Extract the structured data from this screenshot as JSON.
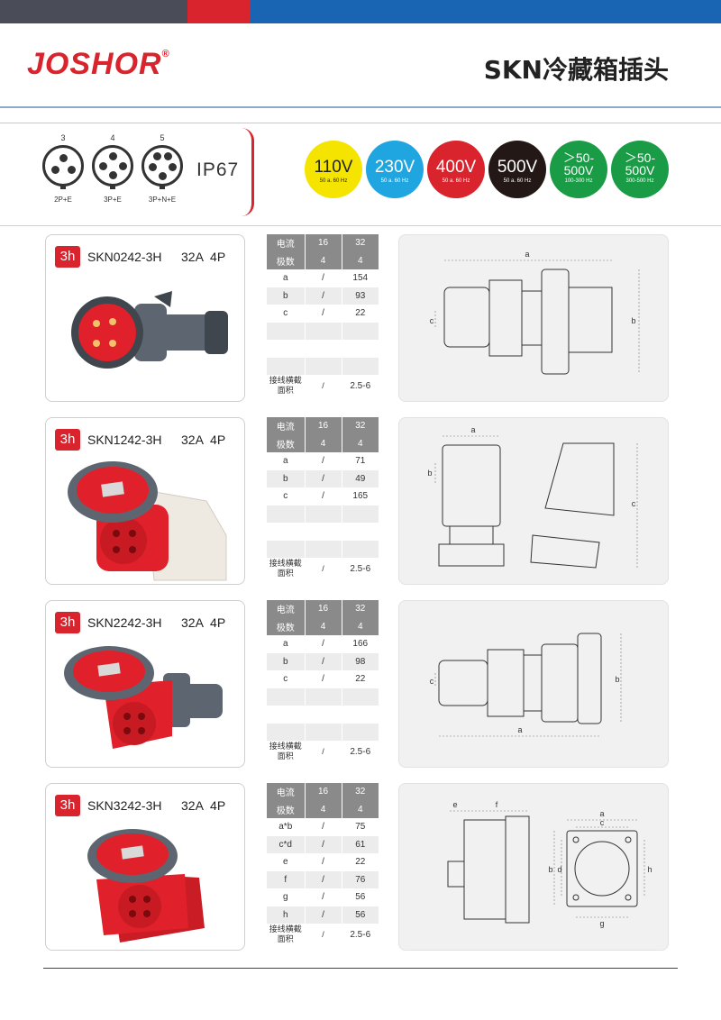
{
  "header": {
    "logo": "JOSHOR",
    "logo_mark": "®",
    "title": "SKN冷藏箱插头"
  },
  "pins": [
    {
      "num": "3",
      "label": "2P+E"
    },
    {
      "num": "4",
      "label": "3P+E"
    },
    {
      "num": "5",
      "label": "3P+N+E"
    }
  ],
  "ip_rating": "IP67",
  "voltages": [
    {
      "v": "110V",
      "hz": "50 a. 60 Hz",
      "bg": "#f4e400",
      "fg": "#222222"
    },
    {
      "v": "230V",
      "hz": "50 a. 60 Hz",
      "bg": "#1fa6e0",
      "fg": "#ffffff"
    },
    {
      "v": "400V",
      "hz": "50 a. 60 Hz",
      "bg": "#d9232d",
      "fg": "#ffffff"
    },
    {
      "v": "500V",
      "hz": "50 a. 60 Hz",
      "bg": "#231815",
      "fg": "#ffffff"
    },
    {
      "v": "＞50-500V",
      "hz": "100-300 Hz",
      "bg": "#1a9b46",
      "fg": "#ffffff"
    },
    {
      "v": "＞50-500V",
      "hz": "300-500 Hz",
      "bg": "#1a9b46",
      "fg": "#ffffff"
    }
  ],
  "products": [
    {
      "badge": "3h",
      "model": "SKN0242-3H",
      "rating": "32A 4P",
      "spec": [
        [
          "电流",
          "16",
          "32"
        ],
        [
          "极数",
          "4",
          "4"
        ],
        [
          "a",
          "/",
          "154"
        ],
        [
          "b",
          "/",
          "93"
        ],
        [
          "c",
          "/",
          "22"
        ],
        [
          "",
          "",
          ""
        ],
        [
          "",
          "",
          ""
        ],
        [
          "",
          "",
          ""
        ],
        [
          "接线横截面积",
          "/",
          "2.5-6"
        ]
      ],
      "dims": [
        "a",
        "b",
        "c"
      ]
    },
    {
      "badge": "3h",
      "model": "SKN1242-3H",
      "rating": "32A 4P",
      "spec": [
        [
          "电流",
          "16",
          "32"
        ],
        [
          "极数",
          "4",
          "4"
        ],
        [
          "a",
          "/",
          "71"
        ],
        [
          "b",
          "/",
          "49"
        ],
        [
          "c",
          "/",
          "165"
        ],
        [
          "",
          "",
          ""
        ],
        [
          "",
          "",
          ""
        ],
        [
          "",
          "",
          ""
        ],
        [
          "接线横截面积",
          "/",
          "2.5-6"
        ]
      ],
      "dims": [
        "a",
        "b",
        "c"
      ]
    },
    {
      "badge": "3h",
      "model": "SKN2242-3H",
      "rating": "32A 4P",
      "spec": [
        [
          "电流",
          "16",
          "32"
        ],
        [
          "极数",
          "4",
          "4"
        ],
        [
          "a",
          "/",
          "166"
        ],
        [
          "b",
          "/",
          "98"
        ],
        [
          "c",
          "/",
          "22"
        ],
        [
          "",
          "",
          ""
        ],
        [
          "",
          "",
          ""
        ],
        [
          "",
          "",
          ""
        ],
        [
          "接线横截面积",
          "/",
          "2.5-6"
        ]
      ],
      "dims": [
        "a",
        "b",
        "c"
      ]
    },
    {
      "badge": "3h",
      "model": "SKN3242-3H",
      "rating": "32A 4P",
      "spec": [
        [
          "电流",
          "16",
          "32"
        ],
        [
          "极数",
          "4",
          "4"
        ],
        [
          "a*b",
          "/",
          "75"
        ],
        [
          "c*d",
          "/",
          "61"
        ],
        [
          "e",
          "/",
          "22"
        ],
        [
          "f",
          "/",
          "76"
        ],
        [
          "g",
          "/",
          "56"
        ],
        [
          "h",
          "/",
          "56"
        ],
        [
          "接线横截面积",
          "/",
          "2.5-6"
        ]
      ],
      "dims": [
        "e",
        "f",
        "a",
        "c",
        "b",
        "d",
        "h",
        "g"
      ]
    }
  ],
  "colors": {
    "brand_red": "#d9232d",
    "brand_blue": "#1a64b4",
    "bar_gray": "#4a4d57"
  }
}
